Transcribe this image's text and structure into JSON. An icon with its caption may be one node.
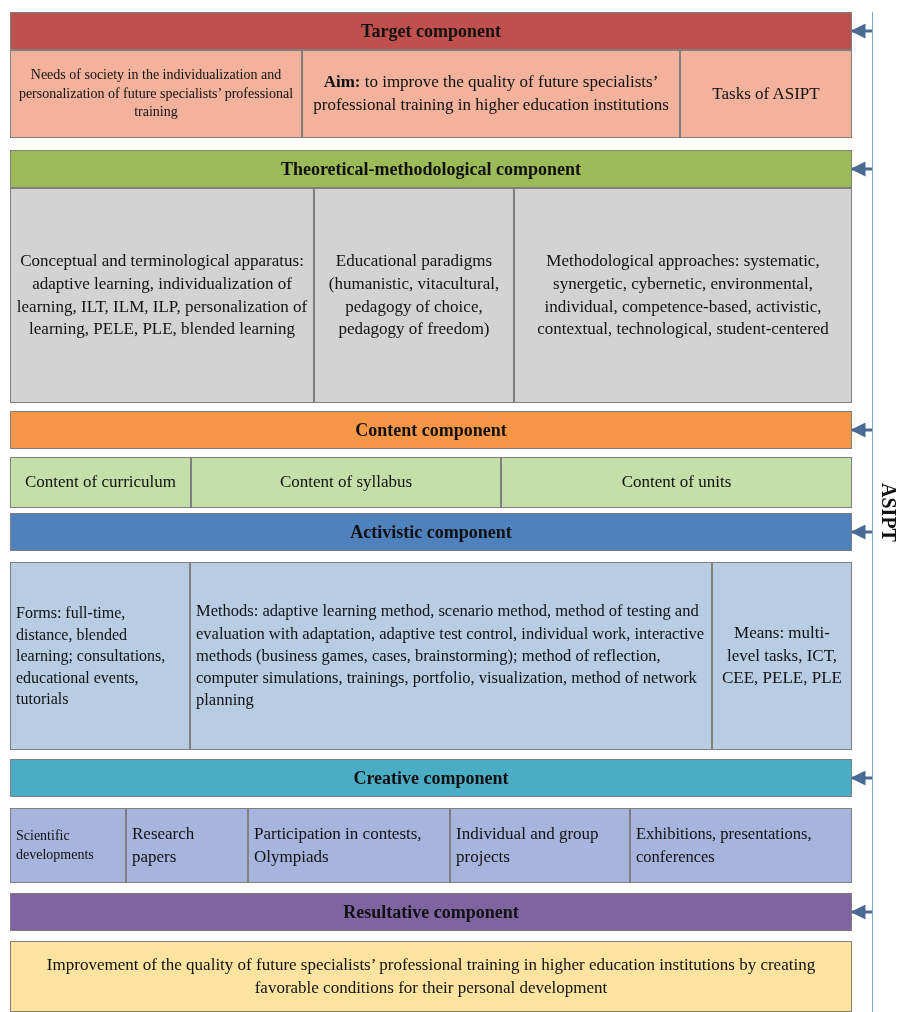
{
  "diagram": {
    "nodes": [
      {
        "text": [
          "Target component"
        ]
      },
      {
        "text": [
          "Needs of society in the individualization and personalization  of future specialists’ professional training"
        ]
      },
      {
        "text": [
          "**Aim:** to improve the quality of future specialists’ professional training in higher education institutions"
        ]
      },
      {
        "text": [
          "Tasks of ASIPT"
        ]
      },
      {
        "text": [
          "Theoretical-methodological  component"
        ]
      },
      {
        "text": [
          "Conceptual and terminological apparatus: adaptive learning, individualization of learning, ILT, ILM, ILP, personalization of learning, PELE, PLE, blended learning"
        ]
      },
      {
        "text": [
          "Educational paradigms (humanistic, vitacultural, pedagogy of choice, pedagogy of freedom)"
        ]
      },
      {
        "text": [
          "Methodological approaches: systematic, synergetic, cybernetic, environmental, individual, competence-based, activistic, contextual, technological, student-centered"
        ]
      },
      {
        "text": [
          "Content component"
        ]
      },
      {
        "text": [
          "Content of curriculum"
        ]
      },
      {
        "text": [
          "Content of syllabus"
        ]
      },
      {
        "text": [
          "Content of units"
        ]
      },
      {
        "text": [
          "Activistic component"
        ]
      },
      {
        "text": [
          "Forms: full-time, distance, blended learning; consultations, educational events, tutorials"
        ]
      },
      {
        "text": [
          "Methods: adaptive learning method, scenario method, method of testing and evaluation with adaptation, adaptive test control, individual work, interactive methods (business games, cases, brainstorming); method of reflection, computer simulations, trainings, portfolio, visualization, method of network planning"
        ]
      },
      {
        "text": [
          "Means: multi-level tasks, ICT, CEE, PELE, PLE"
        ]
      },
      {
        "text": [
          "Creative component"
        ]
      },
      {
        "text": [
          "Scientific developments"
        ]
      },
      {
        "text": [
          "Research papers"
        ]
      },
      {
        "text": [
          "Participation in contests, Olympiads"
        ]
      },
      {
        "text": [
          "Individual and group projects"
        ]
      },
      {
        "text": [
          "Exhibitions, presentations, conferences"
        ]
      },
      {
        "text": [
          "Resultative component"
        ]
      },
      {
        "text": [
          "Improvement of the quality of future specialists’ professional training in higher education institutions by creating favorable conditions for their personal development"
        ]
      },
      {
        "text": [
          "ASIPT"
        ]
      }
    ],
    "edges": [
      {
        "from": 24,
        "to": 0,
        "arrow": "to"
      },
      {
        "from": 24,
        "to": 4,
        "arrow": "to"
      },
      {
        "from": 24,
        "to": 8,
        "arrow": "to"
      },
      {
        "from": 24,
        "to": 12,
        "arrow": "to"
      },
      {
        "from": 24,
        "to": 16,
        "arrow": "to"
      },
      {
        "from": 24,
        "to": 22,
        "arrow": "to"
      }
    ]
  }
}
